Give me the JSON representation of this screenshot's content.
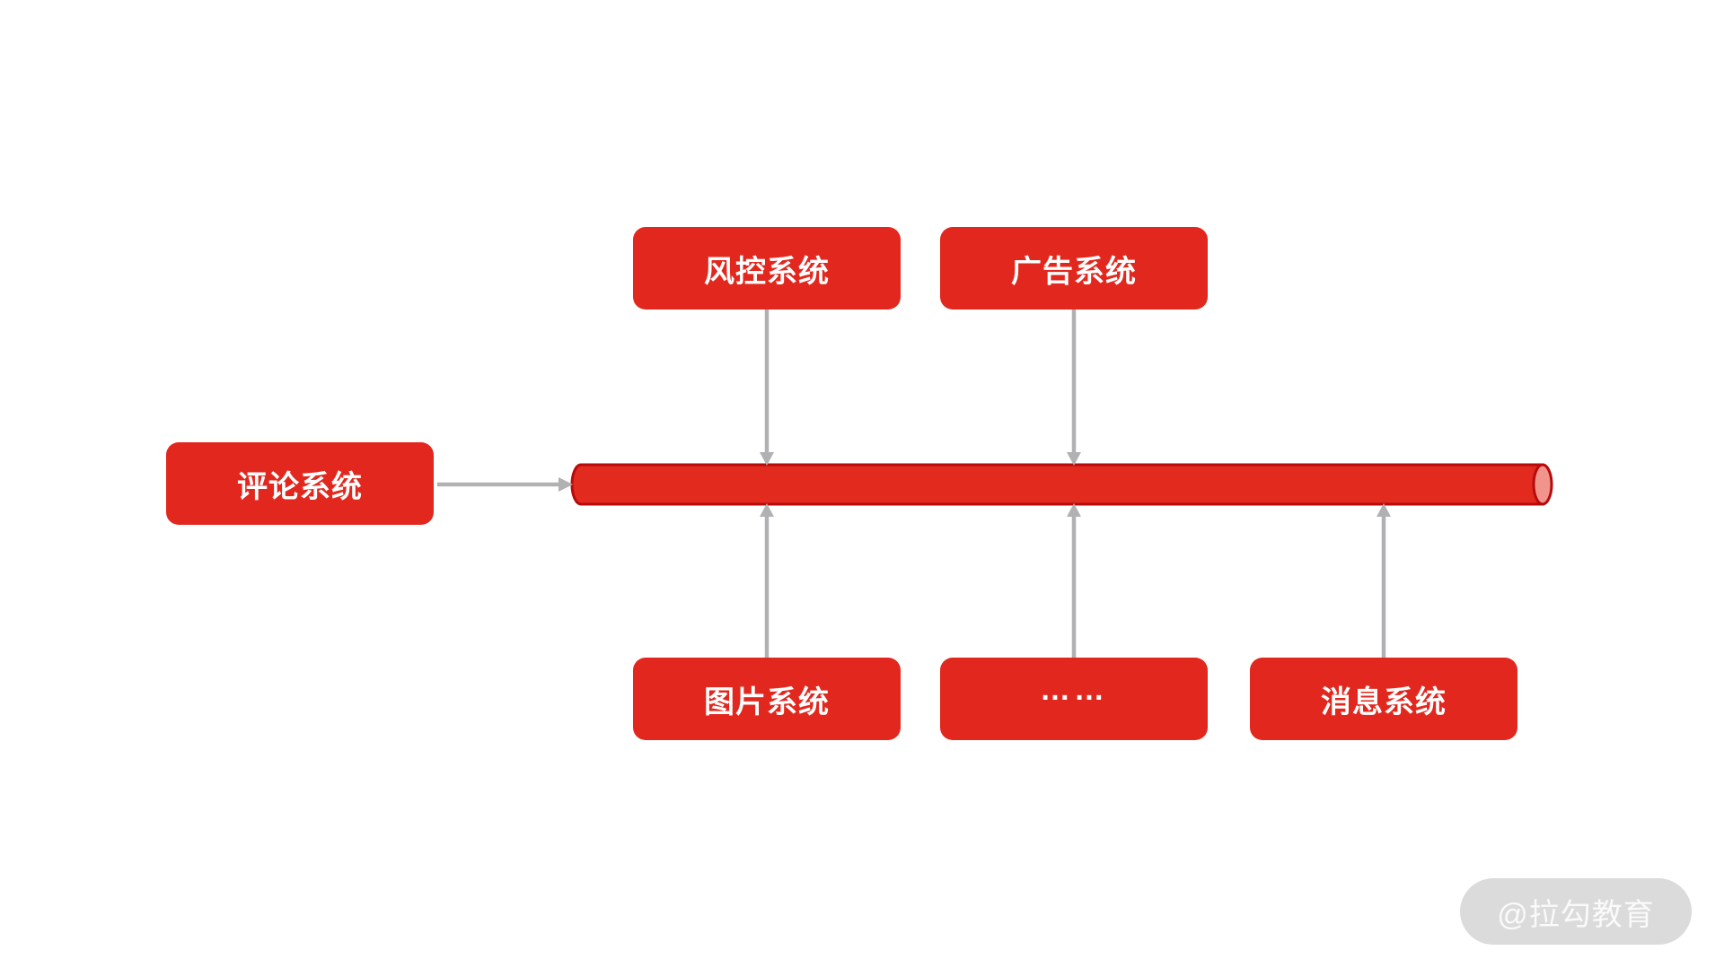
{
  "diagram": {
    "background": "#ffffff",
    "colors": {
      "node_fill": "#e2281e",
      "node_text": "#ffffff",
      "cylinder_fill": "#e22a1e",
      "cylinder_stroke": "#b70b0b",
      "cylinder_end_fill": "#f1948c",
      "arrow": "#b1b1b4",
      "watermark_bg": "#dbdbdb",
      "watermark_text": "rgba(255,255,255,0.85)"
    },
    "nodes": {
      "risk": {
        "label": "风控系统"
      },
      "ad": {
        "label": "广告系统"
      },
      "comment": {
        "label": "评论系统"
      },
      "image": {
        "label": "图片系统"
      },
      "more": {
        "label": "……"
      },
      "message": {
        "label": "消息系统"
      }
    },
    "watermark": {
      "text": "@拉勾教育"
    }
  }
}
